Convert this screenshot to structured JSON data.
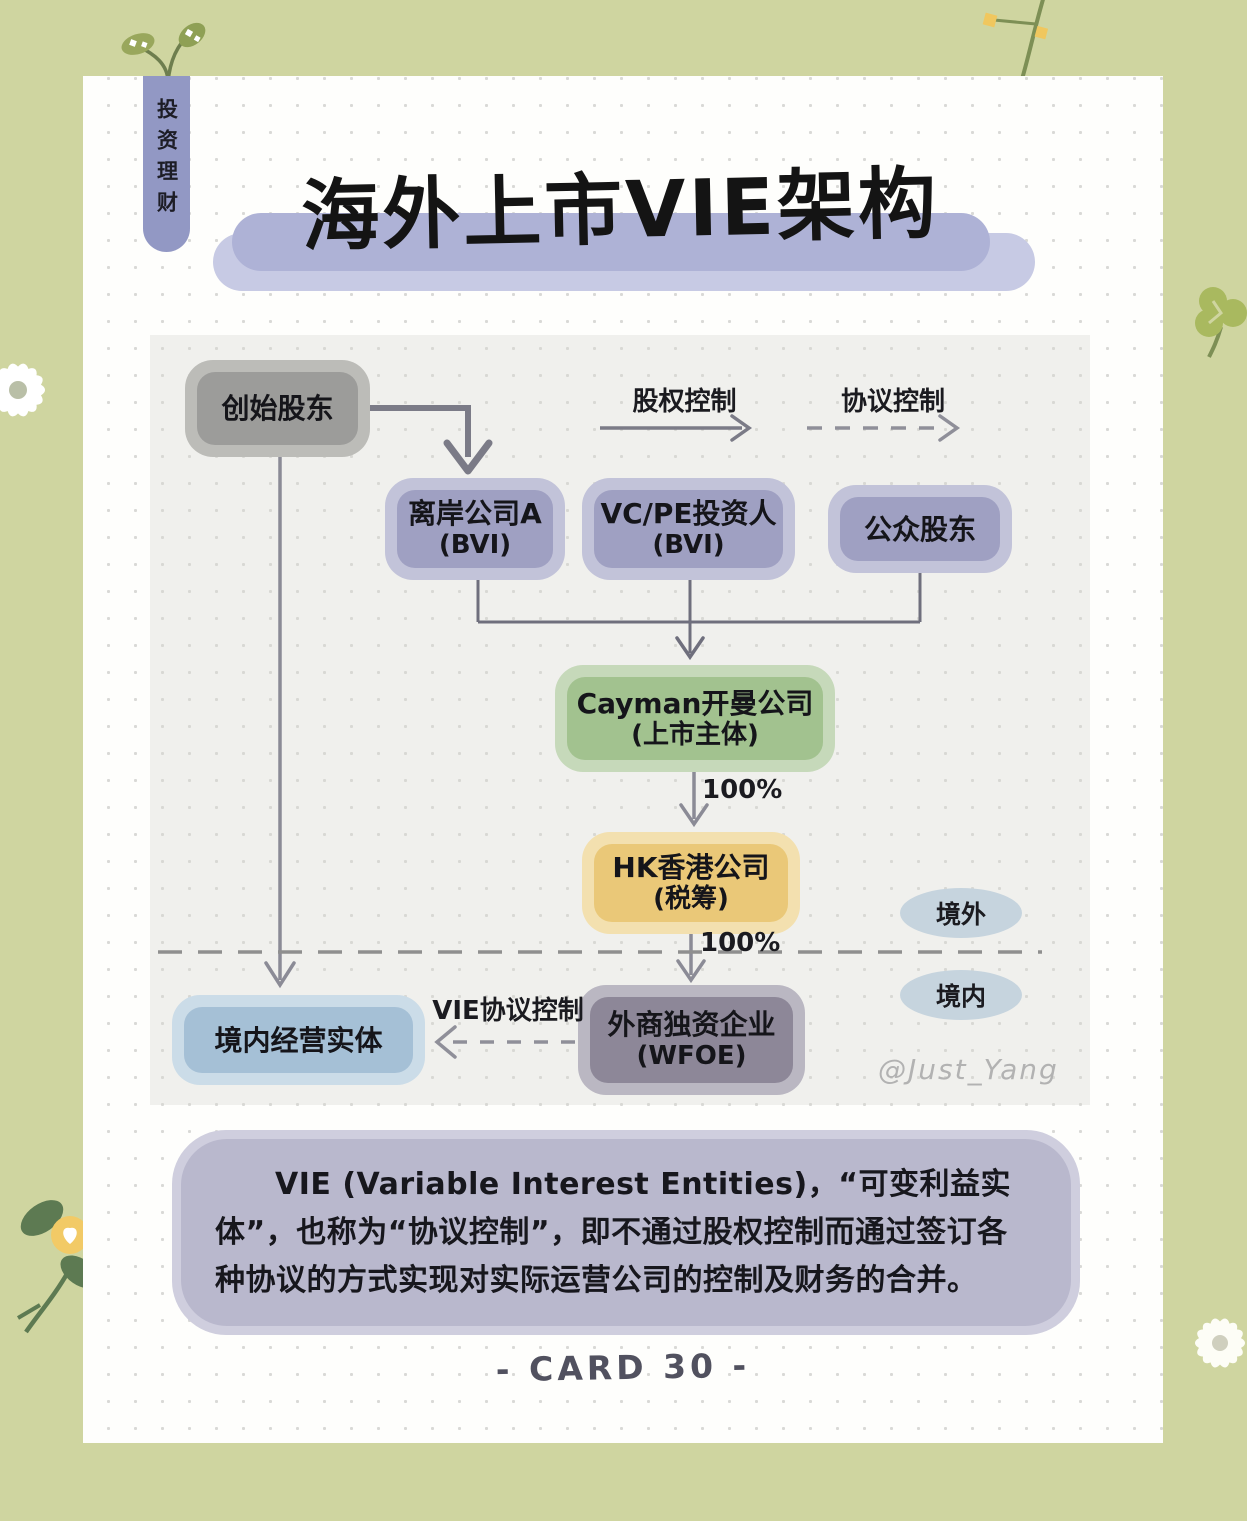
{
  "page": {
    "tab_label": "投资理财",
    "title": "海外上市VIE架构",
    "watermark": "@Just_Yang"
  },
  "legend": {
    "equity_control": "股权控制",
    "agreement_control": "协议控制"
  },
  "diagram": {
    "nodes": {
      "founder": {
        "label": "创始股东"
      },
      "offshore_a": {
        "label": "离岸公司A",
        "sub": "(BVI)"
      },
      "vcpe": {
        "label": "VC/PE投资人",
        "sub": "(BVI)"
      },
      "public": {
        "label": "公众股东"
      },
      "cayman": {
        "label": "Cayman开曼公司",
        "sub": "(上市主体)"
      },
      "hk": {
        "label": "HK香港公司",
        "sub": "(税筹)"
      },
      "wfoe": {
        "label": "外商独资企业",
        "sub": "(WFOE)"
      },
      "domestic": {
        "label": "境内经营实体"
      }
    },
    "edges": {
      "pct_cayman_hk": "100%",
      "pct_hk_wfoe": "100%",
      "vie_label": "VIE协议控制"
    },
    "regions": {
      "offshore": "境外",
      "onshore": "境内"
    }
  },
  "footer": {
    "description": "VIE (Variable Interest Entities)，“可变利益实体”，也称为“协议控制”，即不通过股权控制而通过签订各种协议的方式实现对实际运营公司的控制及财务的合并。",
    "card_number": "- CARD 30 -"
  },
  "colors": {
    "background_green": "#cfd5a0",
    "card_white": "#fefefc",
    "tab_purple": "#9298c4",
    "highlight_purple": "#aeb2d6",
    "node_purple": "#9fa0c2",
    "node_green": "#a2c28f",
    "node_yellow": "#eac878",
    "node_gray": "#9c9c9a",
    "node_dark_purple": "#8d8798",
    "node_blue": "#a5c0d6",
    "region_blue": "#c6d4de",
    "desc_block": "#b9b8cd"
  }
}
